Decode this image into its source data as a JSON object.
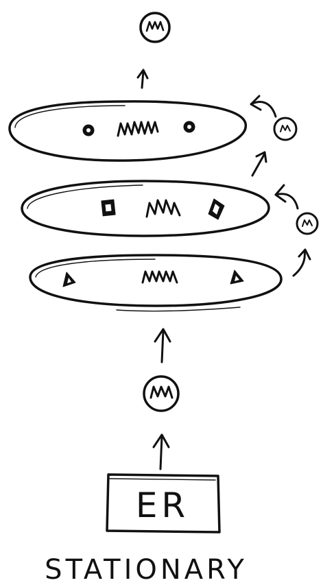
{
  "diagram": {
    "box_label": "ER",
    "caption": "STATIONARY"
  },
  "colors": {
    "ink": "#111111",
    "background": "#ffffff"
  },
  "icons": {
    "membrane_protein": "zigzag-m-glyph",
    "vesicle": "circle-with-m",
    "cisterna": "ellipse",
    "marker_bottom": "triangle",
    "marker_middle": "square",
    "marker_top": "dot"
  }
}
